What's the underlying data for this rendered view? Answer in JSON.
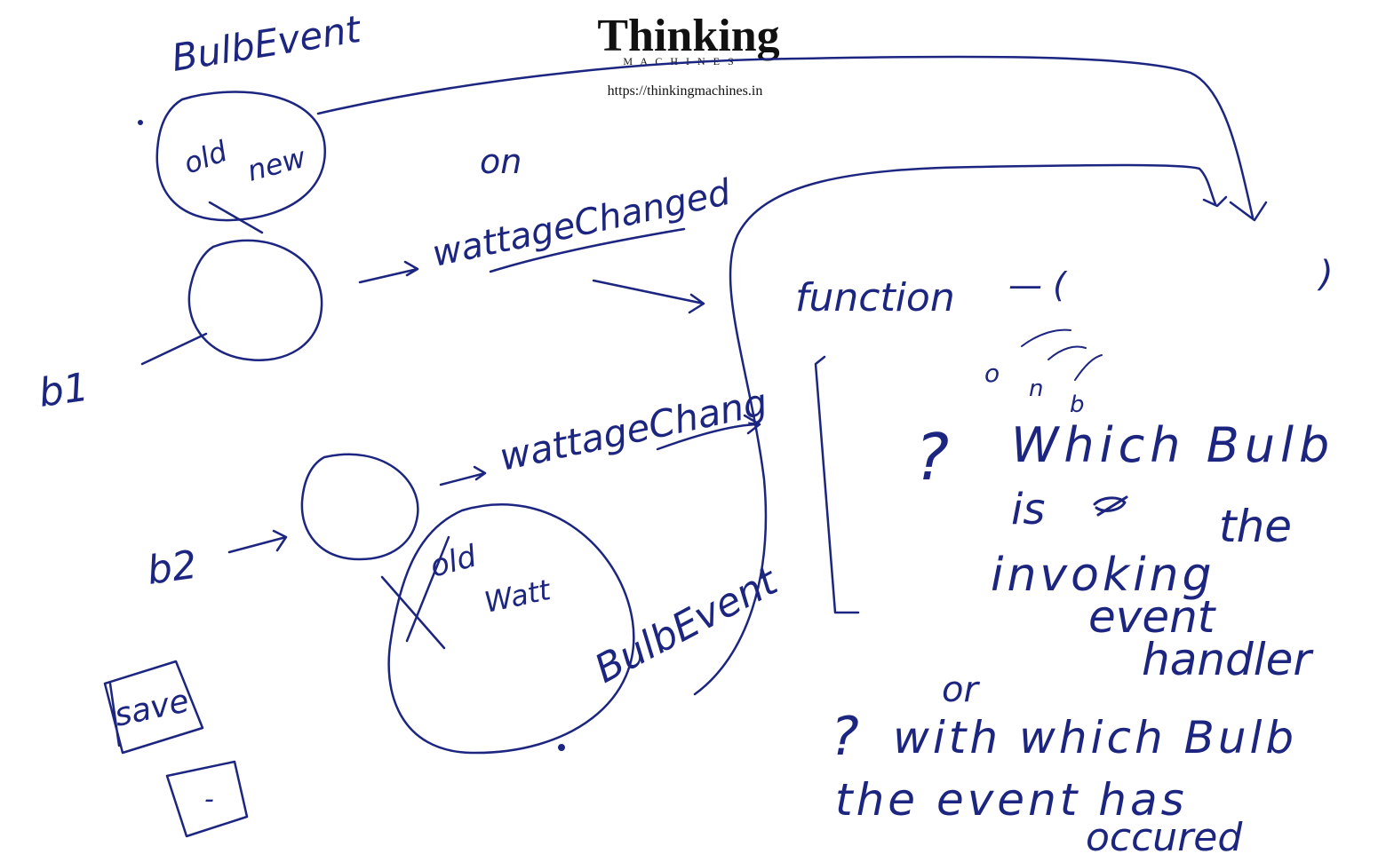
{
  "brand": {
    "title": "Thinking",
    "subtitle": "M A C H I N E S",
    "url": "https://thinkingmachines.in",
    "color": "#111111"
  },
  "ink_color": "#1c2580",
  "labels": {
    "bulb_event_top": "BulbEvent",
    "old_top": "old",
    "new_top": "new",
    "on": "on",
    "wattage_changed_top": "wattageChanged",
    "b1": "b1",
    "function": "function",
    "func_paren_open": "— (",
    "func_paren_close": ")",
    "o": "o",
    "n": "n",
    "b": "b",
    "wattage_changed_bottom": "wattageChang",
    "b2": "b2",
    "old_bottom": "old",
    "wattage_bottom": "Watt",
    "bulb_event_bottom": "BulbEvent",
    "save": "save",
    "minus_box": "-",
    "q1_mark": "?",
    "q1_line1": "Which Bulb",
    "q1_line2": "is",
    "q1_line3": "the",
    "q1_line4": "invoking",
    "q1_line5": "event",
    "q1_line6": "handler",
    "or": "or",
    "q2_mark": "?",
    "q2_line1": "with which Bulb",
    "q2_line2": "the event has",
    "q2_line3": "occured"
  }
}
